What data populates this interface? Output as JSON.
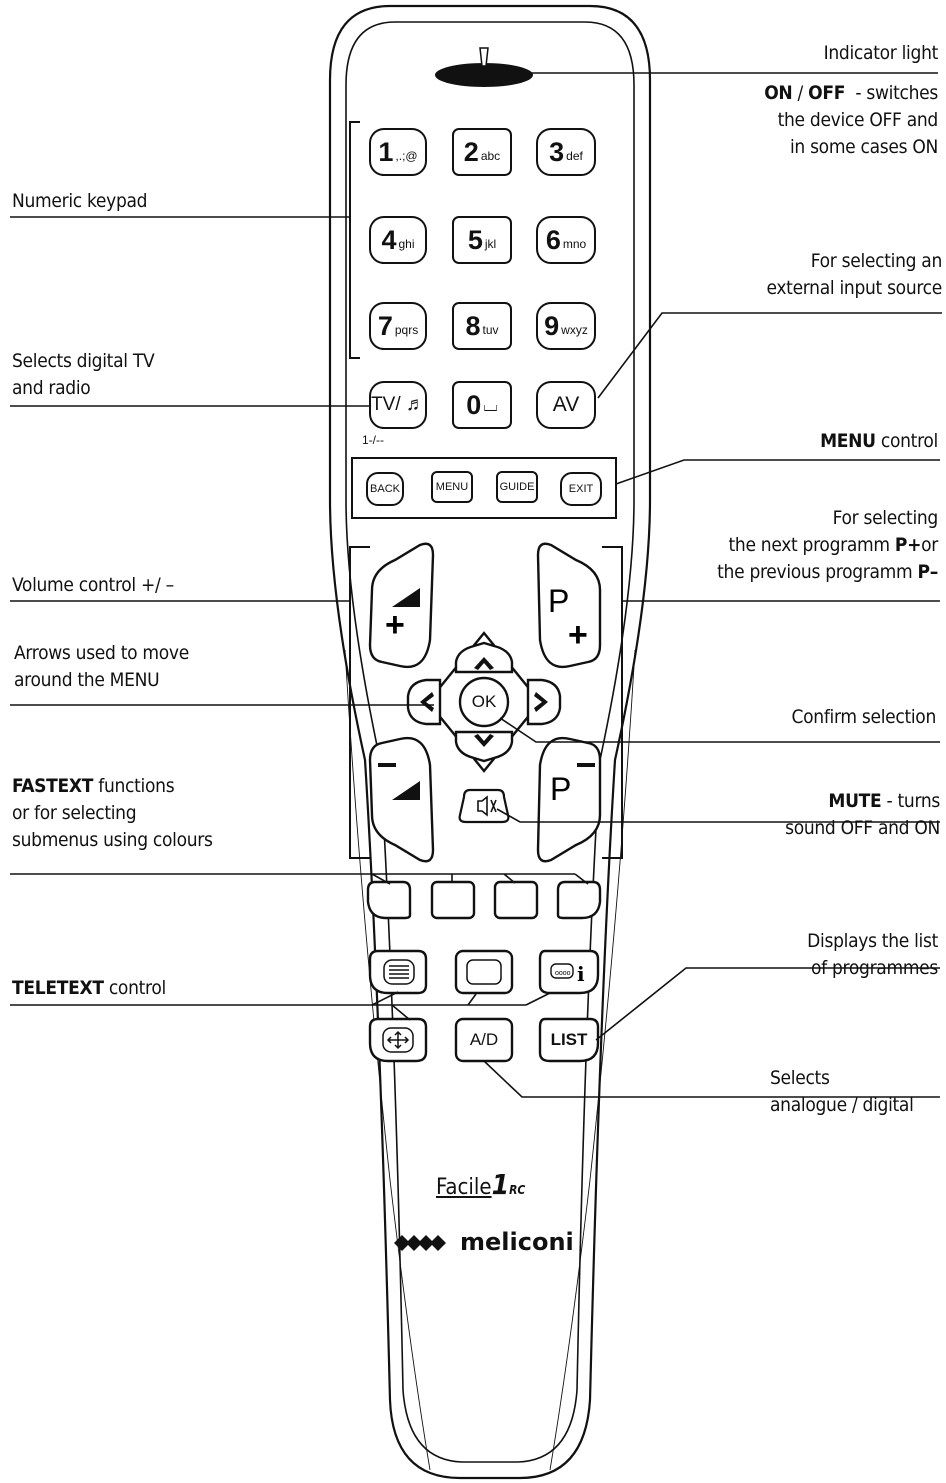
{
  "labels": {
    "indicator_light": "Indicator light",
    "onoff_line1_key1": "ON",
    "onoff_line1_sep": " / ",
    "onoff_line1_key2": "OFF",
    "onoff_line1_rest": "  - switches",
    "onoff_line2": "the device OFF and",
    "onoff_line3": "in some cases ON",
    "numeric_keypad": "Numeric keypad",
    "external_line1": "For selecting an",
    "external_line2": "external input source",
    "digital_tv_line1": "Selects digital TV",
    "digital_tv_line2": "and radio",
    "menu_key": "MENU",
    "menu_rest": " control",
    "programme_line1": "For selecting",
    "programme_line2_text": "the next programm ",
    "programme_line2_key": "P+",
    "programme_line2_tail": "or",
    "programme_line3_text": "the previous programm ",
    "programme_line3_key": "P–",
    "volume": "Volume control +/ –",
    "arrows_line1": "Arrows used to move",
    "arrows_line2": "around  the MENU",
    "confirm": "Confirm selection",
    "fastext_key": "FASTEXT",
    "fastext_rest": " functions",
    "fastext_line2": "or  for selecting",
    "fastext_line3": "submenus using colours",
    "mute_key": "MUTE",
    "mute_rest": " - turns",
    "mute_line2": "sound OFF and ON",
    "list_line1": "Displays the list",
    "list_line2": "of programmes",
    "teletext_key": "TELETEXT",
    "teletext_rest": " control",
    "ad_line1": "Selects",
    "ad_line2": "analogue / digital"
  },
  "keys": {
    "k1": {
      "num": "1",
      "sub": ",.;@"
    },
    "k2": {
      "num": "2",
      "sub": "abc"
    },
    "k3": {
      "num": "3",
      "sub": "def"
    },
    "k4": {
      "num": "4",
      "sub": "ghi"
    },
    "k5": {
      "num": "5",
      "sub": "jkl"
    },
    "k6": {
      "num": "6",
      "sub": "mno"
    },
    "k7": {
      "num": "7",
      "sub": "pqrs"
    },
    "k8": {
      "num": "8",
      "sub": "tuv"
    },
    "k9": {
      "num": "9",
      "sub": "wxyz"
    },
    "k0": {
      "num": "0",
      "sub": "⌴"
    },
    "tv": "TV/ ♬",
    "av": "AV",
    "digits": "1-/--",
    "back": "BACK",
    "menu": "MENU",
    "guide": "GUIDE",
    "exit": "EXIT",
    "ok": "OK",
    "p": "P",
    "ad": "A/D",
    "list": "LIST",
    "info": "i"
  },
  "brand": {
    "product": "Facile",
    "product_num": "1",
    "product_suffix": "RC",
    "maker": "meliconi"
  }
}
